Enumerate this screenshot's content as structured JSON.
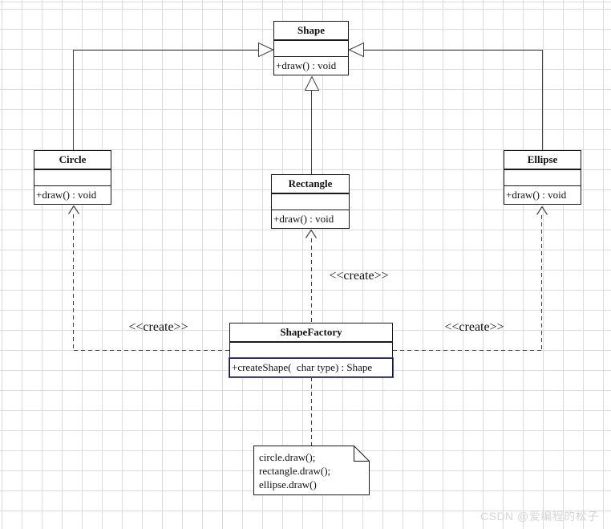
{
  "classes": {
    "shape": {
      "name": "Shape",
      "method": "+draw() : void"
    },
    "circle": {
      "name": "Circle",
      "method": "+draw() : void"
    },
    "rectangle": {
      "name": "Rectangle",
      "method": "+draw() : void"
    },
    "ellipse": {
      "name": "Ellipse",
      "method": "+draw() : void"
    },
    "factory": {
      "name": "ShapeFactory",
      "method": "+createShape(  char type) : Shape"
    }
  },
  "edges": {
    "create_left_label": "<<create>>",
    "create_center_label": "<<create>>",
    "create_right_label": "<<create>>"
  },
  "note": {
    "line1": "circle.draw();",
    "line2": "rectangle.draw();",
    "line3": "ellipse.draw()"
  },
  "watermark": "CSDN @爱编程的松子",
  "colors": {
    "selection": "#3c48d9",
    "line": "#404040",
    "grid": "#dcdcdc"
  }
}
